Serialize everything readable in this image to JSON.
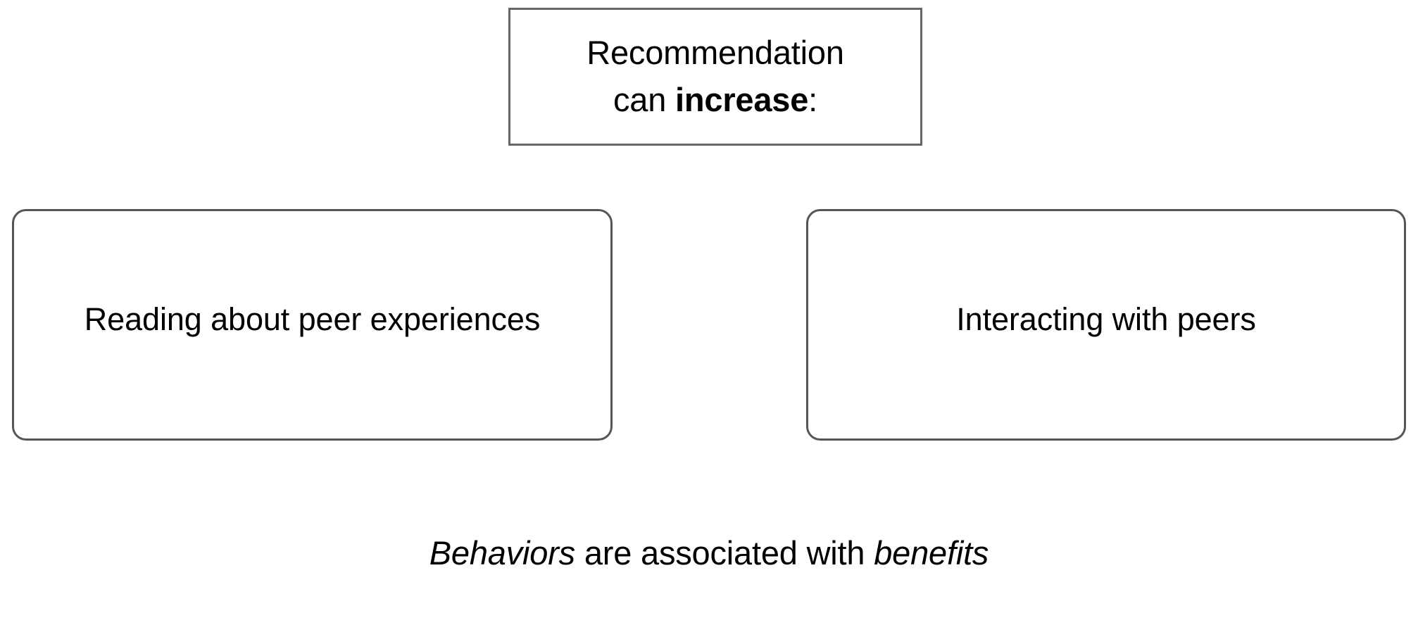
{
  "slide": {
    "background_color": "#ffffff",
    "text_color": "#000000"
  },
  "header_box": {
    "border_color": "#666666",
    "line1": "Recommendation",
    "line2_prefix": "can ",
    "line2_emphasis": "increase",
    "line2_suffix": ":"
  },
  "branches": [
    {
      "id": "reading-about-peer-experiences",
      "label": "Reading about peer experiences",
      "border_color": "#555555"
    },
    {
      "id": "interacting-with-peers",
      "label": "Interacting with peers",
      "border_color": "#555555"
    }
  ],
  "caption": {
    "part1_italic": "Behaviors",
    "part2_plain": " are associated with ",
    "part3_italic": "benefits"
  }
}
